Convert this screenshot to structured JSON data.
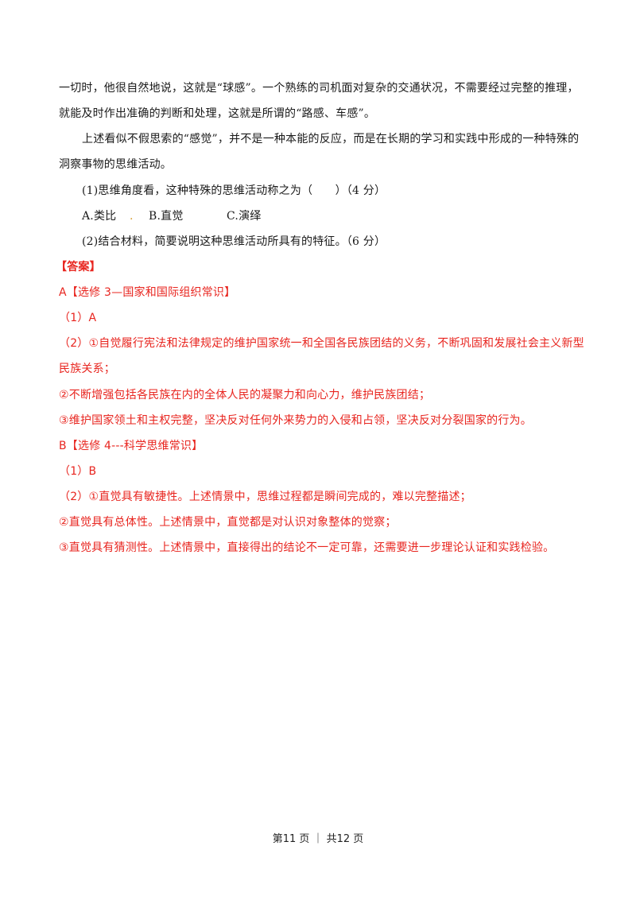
{
  "passage": {
    "line1": "一切时，他很自然地说，这就是“球感”。一个熟练的司机面对复杂的交通状况，不需要经过完整的推理，",
    "line2": "就能及时作出准确的判断和处理，这就是所谓的“路感、车感”。",
    "line3": "上述看似不假思索的“感觉”，并不是一种本能的反应，而是在长期的学习和实践中形成的一种特殊的",
    "line4": "洞察事物的思维活动。"
  },
  "question": {
    "q1": "(1)思维角度看，这种特殊的思维活动称之为（　　）（4 分）",
    "option_a": "A.类比",
    "option_dot": ".",
    "option_b": "B.直觉",
    "option_c": "C.演绎",
    "q2": "(2)结合材料，简要说明这种思维活动所具有的特征。（6 分）"
  },
  "answer": {
    "heading": "【答案】",
    "section_a_title": "A【选修 3—国家和国际组织常识】",
    "a1": "（1）A",
    "a2_line1": "（2）①自觉履行宪法和法律规定的维护国家统一和全国各民族团结的义务，不断巩固和发展社会主义新型",
    "a2_line2": "民族关系；",
    "a2_line3": "②不断增强包括各民族在内的全体人民的凝聚力和向心力，维护民族团结；",
    "a2_line4": "③维护国家领土和主权完整，坚决反对任何外来势力的入侵和占领，坚决反对分裂国家的行为。",
    "section_b_title": "B【选修 4---科学思维常识】",
    "b1": "（1）B",
    "b2_line1": "（2）①直觉具有敏捷性。上述情景中，思维过程都是瞬间完成的，难以完整描述；",
    "b2_line2": "②直觉具有总体性。上述情景中，直觉都是对认识对象整体的觉察；",
    "b2_line3": "③直觉具有猜测性。上述情景中，直接得出的结论不一定可靠，还需要进一步理论认证和实践检验。"
  },
  "footer": {
    "text": "第11 页 ｜ 共12 页"
  },
  "colors": {
    "answer_red": "#e8251f",
    "body_text": "#1a1a1a"
  }
}
